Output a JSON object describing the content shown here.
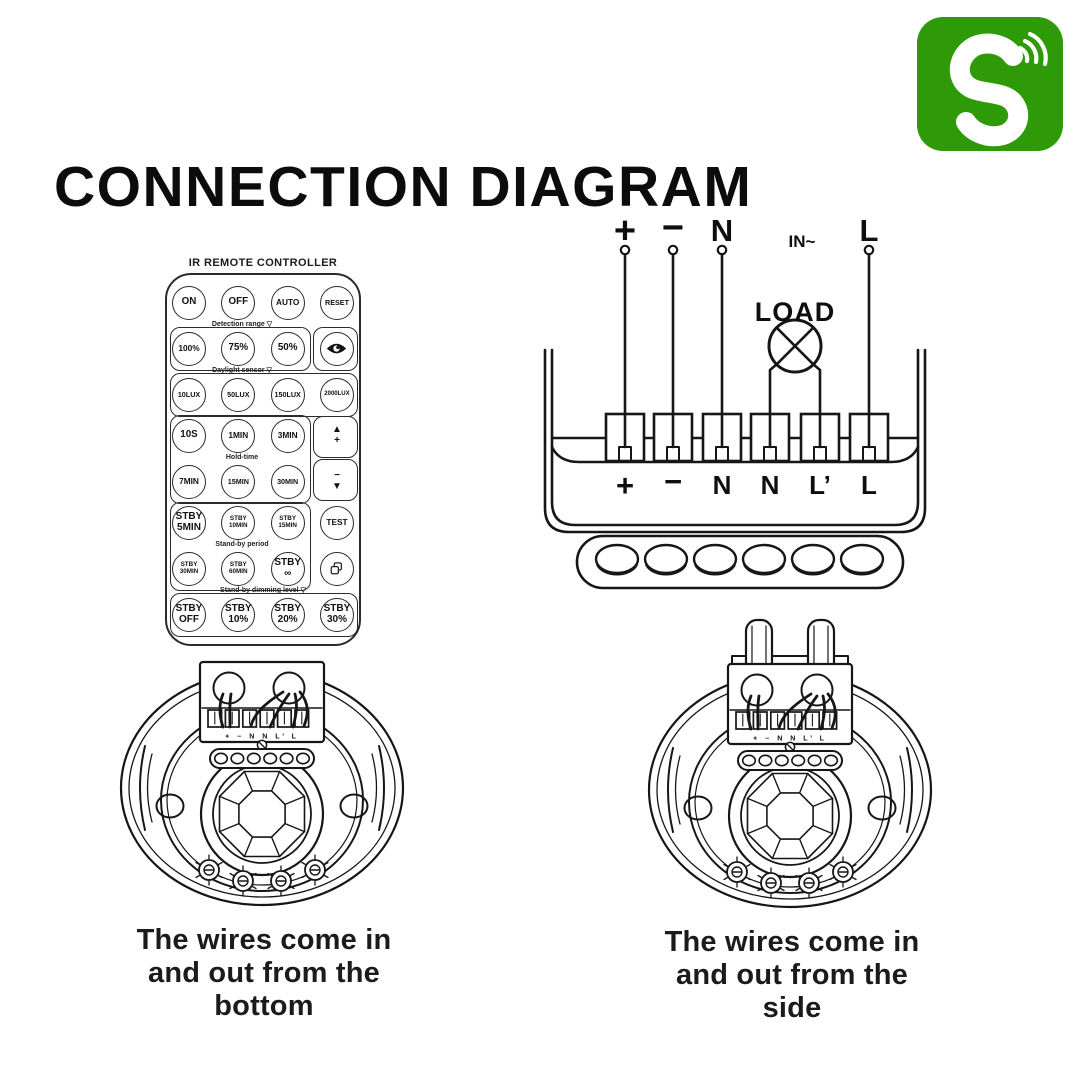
{
  "title": "CONNECTION DIAGRAM",
  "brand": {
    "color": "#2f9a08",
    "icon": "smart-s-wifi-logo"
  },
  "remote": {
    "title": "IR REMOTE CONTROLLER",
    "rows": [
      {
        "kind": "buttons",
        "buttons": [
          {
            "label": "ON"
          },
          {
            "label": "OFF"
          },
          {
            "label": "AUTO"
          },
          {
            "label": "RESET"
          }
        ]
      },
      {
        "kind": "label",
        "text": "Detection range ▽"
      },
      {
        "kind": "buttons",
        "buttons": [
          {
            "label": "100%"
          },
          {
            "label": "75%"
          },
          {
            "label": "50%"
          },
          {
            "icon": "eye-icon"
          }
        ]
      },
      {
        "kind": "label",
        "text": "Daylight sensor ▽"
      },
      {
        "kind": "buttons",
        "buttons": [
          {
            "label": "10LUX"
          },
          {
            "label": "50LUX"
          },
          {
            "label": "150LUX"
          },
          {
            "label": "2000LUX"
          }
        ]
      },
      {
        "kind": "gap"
      },
      {
        "kind": "buttons",
        "buttons": [
          {
            "label": "10S"
          },
          {
            "label": "1MIN"
          },
          {
            "label": "3MIN"
          },
          {
            "label": "▲\n+"
          }
        ]
      },
      {
        "kind": "label",
        "text": "Hold-time"
      },
      {
        "kind": "buttons",
        "buttons": [
          {
            "label": "7MIN"
          },
          {
            "label": "15MIN"
          },
          {
            "label": "30MIN"
          },
          {
            "label": "−\n▼"
          }
        ]
      },
      {
        "kind": "gap"
      },
      {
        "kind": "buttons",
        "buttons": [
          {
            "label": "STBY\n5MIN"
          },
          {
            "label": "STBY\n10MIN"
          },
          {
            "label": "STBY\n15MIN"
          },
          {
            "label": "TEST"
          }
        ]
      },
      {
        "kind": "label",
        "text": "Stand-by period"
      },
      {
        "kind": "buttons",
        "buttons": [
          {
            "label": "STBY\n30MIN"
          },
          {
            "label": "STBY\n60MIN"
          },
          {
            "label": "STBY\n∞"
          },
          {
            "icon": "dim-icon"
          }
        ]
      },
      {
        "kind": "label",
        "text": "Stand-by dimming level ▽",
        "wide": true
      },
      {
        "kind": "buttons",
        "buttons": [
          {
            "label": "STBY\nOFF"
          },
          {
            "label": "STBY\n10%"
          },
          {
            "label": "STBY\n20%"
          },
          {
            "label": "STBY\n30%"
          }
        ]
      }
    ]
  },
  "wiring": {
    "top_labels": {
      "plus": "+",
      "minus": "−",
      "neutral": "N",
      "line": "L",
      "input": "IN~"
    },
    "load_label": "LOAD",
    "terminal_labels": [
      "+",
      "−",
      "N",
      "N",
      "L’",
      "L"
    ]
  },
  "sensor_terminal_text": "+ − N N L’ L",
  "sensors": [
    {
      "entry": "bottom",
      "caption": "The wires come in\nand out from the\nbottom"
    },
    {
      "entry": "side",
      "caption": "The wires come in\nand out from the\nside"
    }
  ]
}
